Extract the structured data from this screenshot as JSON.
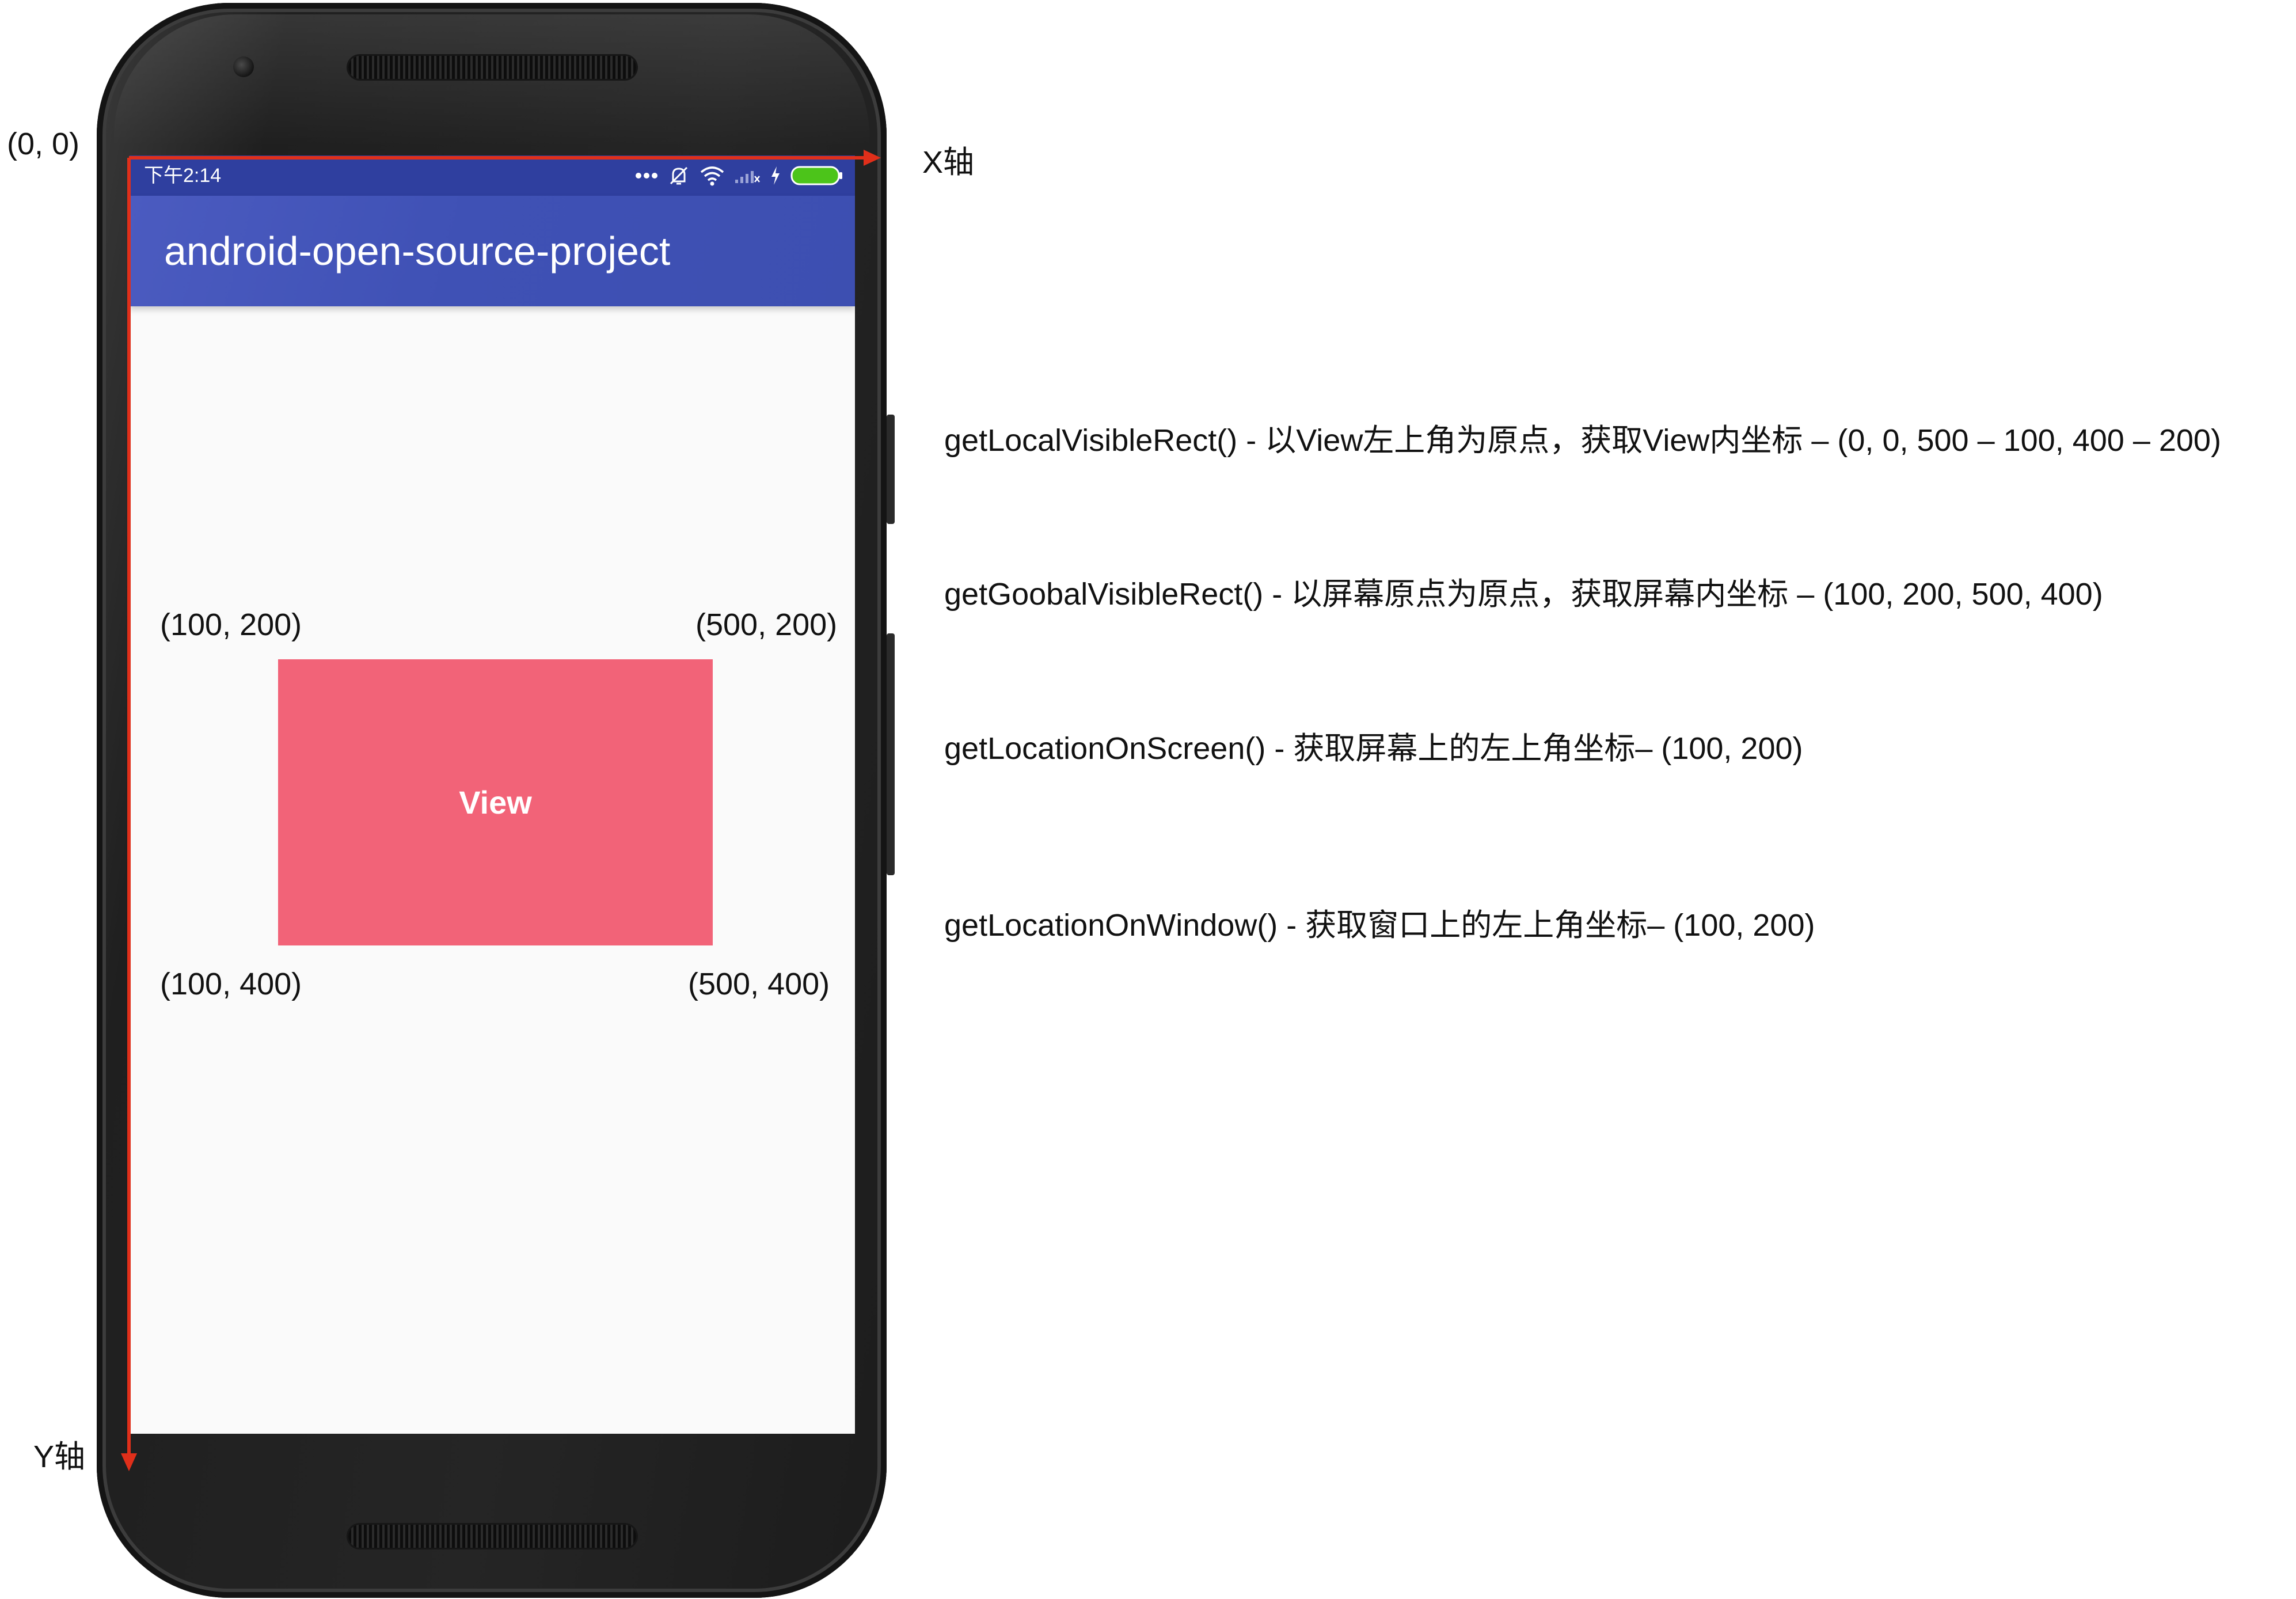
{
  "origin_label": "(0, 0)",
  "x_axis_label": "X轴",
  "y_axis_label": "Y轴",
  "colors": {
    "axis": "#e02f1a",
    "status_bar": "#2f3f9f",
    "app_bar": "#3f51b5",
    "view": "#f26378",
    "screen": "#fafafa",
    "battery": "#4cc41a"
  },
  "phone": {
    "status_time": "下午2:14",
    "status_icons": [
      "more-dots-icon",
      "mute-icon",
      "wifi-icon",
      "signal-icon",
      "charging-icon",
      "battery-icon"
    ],
    "app_title": "android-open-source-project",
    "view_label": "View"
  },
  "corners": {
    "top_left": "(100, 200)",
    "top_right": "(500, 200)",
    "bottom_left": "(100, 400)",
    "bottom_right": "(500, 400)"
  },
  "notes": [
    "getLocalVisibleRect() - 以View左上角为原点，获取View内坐标 – (0, 0, 500 – 100, 400 – 200)",
    "getGoobalVisibleRect() - 以屏幕原点为原点，获取屏幕内坐标 – (100, 200, 500, 400)",
    "getLocationOnScreen() - 获取屏幕上的左上角坐标– (100, 200)",
    "getLocationOnWindow() - 获取窗口上的左上角坐标– (100, 200)"
  ]
}
